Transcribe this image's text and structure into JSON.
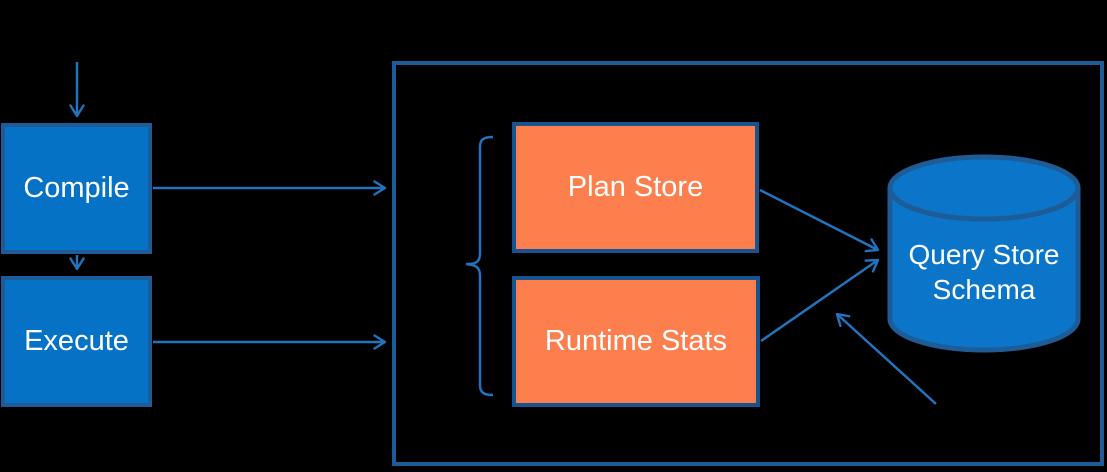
{
  "colors": {
    "background": "#000000",
    "process_fill": "#0672C6",
    "process_border": "#1E5B99",
    "store_fill": "#FC7F4D",
    "store_border": "#17548F",
    "container_border": "#1E5B99",
    "arrow": "#2273BE",
    "cylinder_fill": "#0B75C9",
    "cylinder_border": "#1D5C96",
    "text": "#FFFFFF"
  },
  "diagram": {
    "nodes": {
      "compile": {
        "label": "Compile",
        "shape": "rectangle"
      },
      "execute": {
        "label": "Execute",
        "shape": "rectangle"
      },
      "plan_store": {
        "label": "Plan Store",
        "shape": "rectangle"
      },
      "runtime_stats": {
        "label": "Runtime Stats",
        "shape": "rectangle"
      },
      "query_store_schema": {
        "lines": [
          "Query Store",
          "Schema"
        ],
        "shape": "database-cylinder"
      },
      "container": {
        "label": "",
        "shape": "outlined-group"
      }
    },
    "edges": [
      {
        "from": "top",
        "to": "compile"
      },
      {
        "from": "compile",
        "to": "execute"
      },
      {
        "from": "compile",
        "to": "container"
      },
      {
        "from": "execute",
        "to": "container"
      },
      {
        "from": "plan_store",
        "to": "query_store_schema"
      },
      {
        "from": "runtime_stats",
        "to": "query_store_schema"
      },
      {
        "from": "bottom-right",
        "to": "runtime-stats-to-schema-edge",
        "note": "unlabeled pointer arrow"
      }
    ],
    "brace": {
      "groups": [
        "plan_store",
        "runtime_stats"
      ]
    }
  }
}
